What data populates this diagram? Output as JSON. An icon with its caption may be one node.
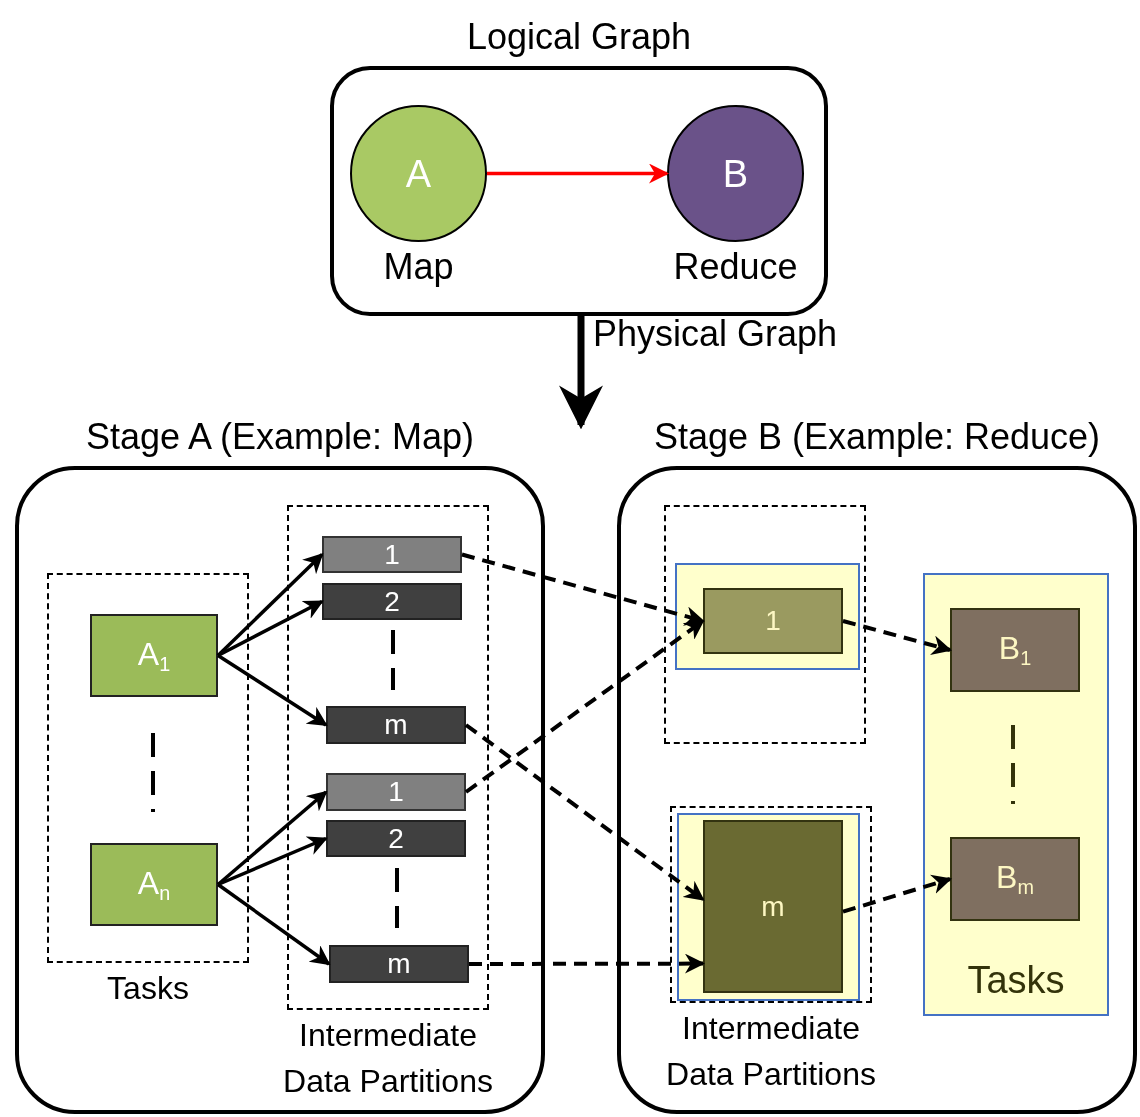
{
  "diagram": {
    "nodes": [
      {
        "text": [
          "Logical Graph"
        ]
      },
      {
        "text": [
          "A"
        ],
        "beside": [
          "Map"
        ],
        "in": 0
      },
      {
        "text": [
          "B"
        ],
        "beside": [
          "Reduce"
        ],
        "in": 0
      },
      {
        "text": [
          "Stage A (Example: Map)"
        ]
      },
      {
        "text": [
          "Tasks"
        ],
        "in": 3
      },
      {
        "text": [
          "A$_{1}$"
        ],
        "in": 4
      },
      {
        "text": [
          "A$_{n}$"
        ],
        "in": 4
      },
      {
        "text": [
          "Intermediate Data Partitions"
        ],
        "in": 3
      },
      {
        "text": [
          "1"
        ],
        "in": 7
      },
      {
        "text": [
          "2"
        ],
        "in": 7
      },
      {
        "text": [
          "m"
        ],
        "in": 7
      },
      {
        "text": [
          "1"
        ],
        "in": 7
      },
      {
        "text": [
          "2"
        ],
        "in": 7
      },
      {
        "text": [
          "m"
        ],
        "in": 7
      },
      {
        "text": [
          "Stage B (Example: Reduce)"
        ]
      },
      {
        "text": [],
        "shape": "box",
        "in": 14
      },
      {
        "text": [],
        "shape": "box",
        "in": 15
      },
      {
        "text": [
          "1"
        ],
        "in": 16
      },
      {
        "text": [
          "Intermediate Data Partitions"
        ],
        "in": 14
      },
      {
        "text": [],
        "shape": "box",
        "in": 18
      },
      {
        "text": [
          "m"
        ],
        "in": 19
      },
      {
        "text": [
          "Tasks"
        ],
        "in": 14
      },
      {
        "text": [
          "B$_{1}$"
        ],
        "in": 21
      },
      {
        "text": [
          "B$_{m}$"
        ],
        "in": 21
      }
    ],
    "edges": [
      {
        "from": 1,
        "to": 2,
        "arrow": "to",
        "color": "#ff0000"
      },
      {
        "from": 0,
        "to": null,
        "arrow": "to",
        "label": "Physical Graph",
        "style": "thick"
      },
      {
        "from": 5,
        "to": 8,
        "arrow": "to"
      },
      {
        "from": 5,
        "to": 9,
        "arrow": "to"
      },
      {
        "from": 5,
        "to": 10,
        "arrow": "to"
      },
      {
        "from": 6,
        "to": 11,
        "arrow": "to"
      },
      {
        "from": 6,
        "to": 12,
        "arrow": "to"
      },
      {
        "from": 6,
        "to": 13,
        "arrow": "to"
      },
      {
        "from": 8,
        "to": 17,
        "arrow": "to",
        "style": "dashed"
      },
      {
        "from": 11,
        "to": 17,
        "arrow": "to",
        "style": "dashed"
      },
      {
        "from": 10,
        "to": 20,
        "arrow": "to",
        "style": "dashed"
      },
      {
        "from": 13,
        "to": 20,
        "arrow": "to",
        "style": "dashed"
      },
      {
        "from": 17,
        "to": 22,
        "arrow": "to",
        "style": "dashed"
      },
      {
        "from": 20,
        "to": 23,
        "arrow": "to",
        "style": "dashed"
      }
    ]
  }
}
